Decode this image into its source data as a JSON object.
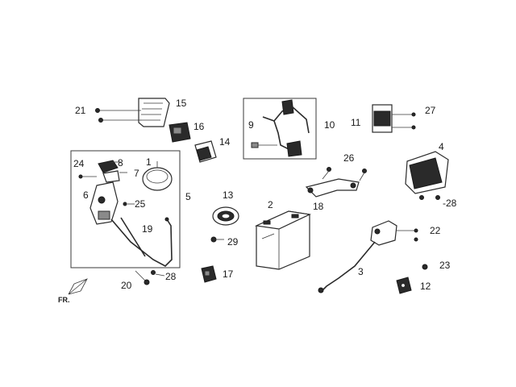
{
  "direction_label": "FR.",
  "callouts": {
    "n1": "1",
    "n2": "2",
    "n3": "3",
    "n4": "4",
    "n5": "5",
    "n6": "6",
    "n7": "7",
    "n8": "8",
    "n9": "9",
    "n10": "10",
    "n11": "11",
    "n12": "12",
    "n13": "13",
    "n14": "14",
    "n15": "15",
    "n16": "16",
    "n17": "17",
    "n18": "18",
    "n19": "19",
    "n20": "20",
    "n21": "21",
    "n22": "22",
    "n23": "23",
    "n24": "24",
    "n25": "25",
    "n26": "26",
    "n27": "27",
    "n28a": "28",
    "n28b": "-28",
    "n29": "29"
  }
}
